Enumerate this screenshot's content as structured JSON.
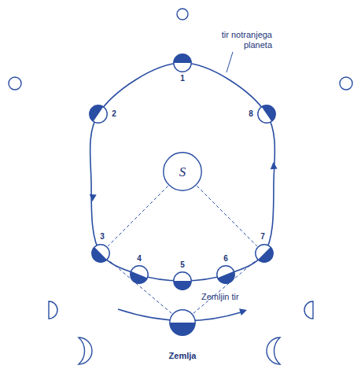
{
  "diagram": {
    "nodes": [
      {
        "text": [
          "1"
        ]
      },
      {
        "text": [
          "2"
        ]
      },
      {
        "text": [
          "8"
        ]
      },
      {
        "text": [
          "S"
        ]
      },
      {
        "text": [
          "3"
        ]
      },
      {
        "text": [
          "4"
        ]
      },
      {
        "text": [
          "5"
        ]
      },
      {
        "text": [
          "6"
        ]
      },
      {
        "text": [
          "7"
        ]
      },
      {
        "text": [
          "Zemlja"
        ]
      }
    ],
    "edges": [
      {
        "from": 3,
        "to": 4,
        "arrow": "none"
      },
      {
        "from": 3,
        "to": 8,
        "arrow": "none"
      },
      {
        "from": 9,
        "to": 4,
        "arrow": "none"
      },
      {
        "from": 9,
        "to": 8,
        "arrow": "none"
      }
    ],
    "labels": [
      "tir notranjega planeta",
      "Zemljin tir"
    ]
  }
}
